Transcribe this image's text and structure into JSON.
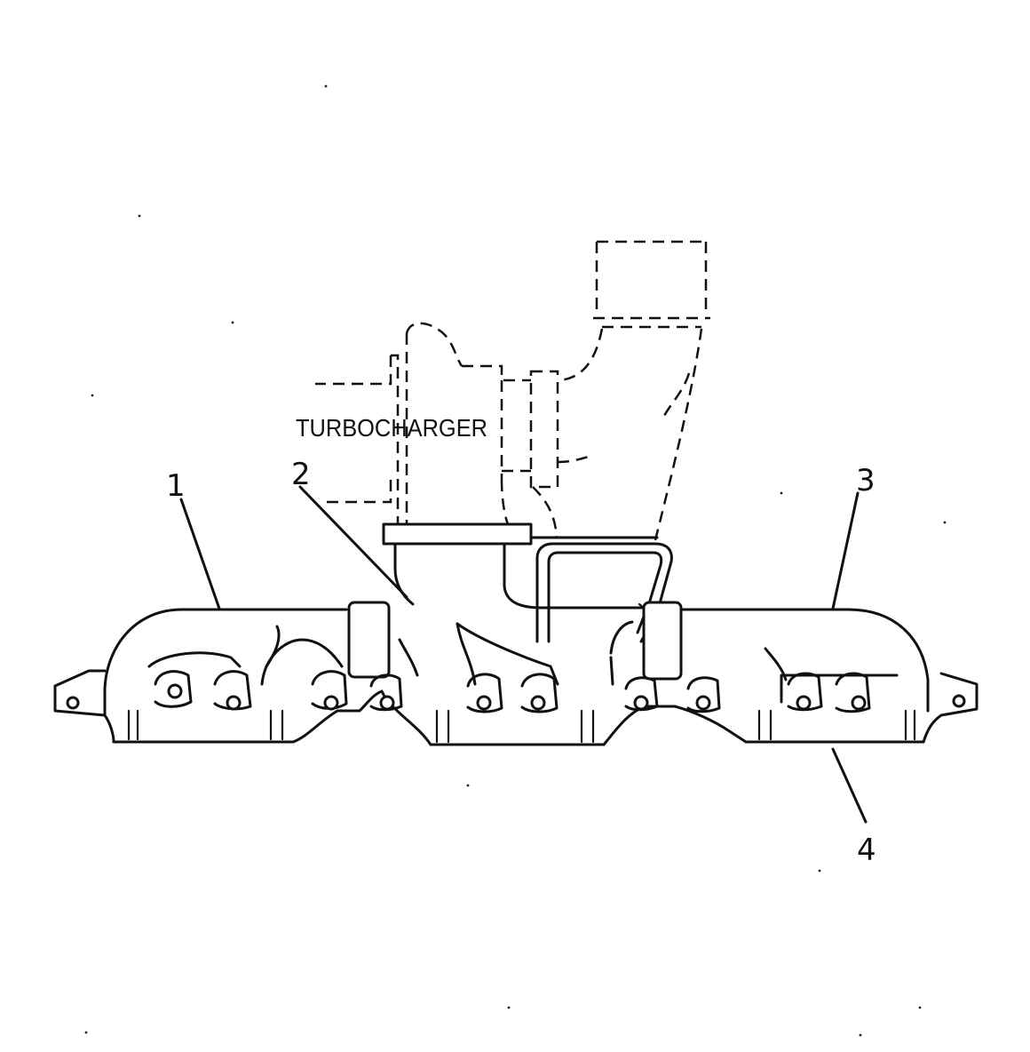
{
  "diagram": {
    "component_label": "TURBOCHARGER",
    "callouts": [
      "1",
      "2",
      "3",
      "4"
    ]
  },
  "colors": {
    "line": "#111111",
    "background": "#ffffff"
  }
}
